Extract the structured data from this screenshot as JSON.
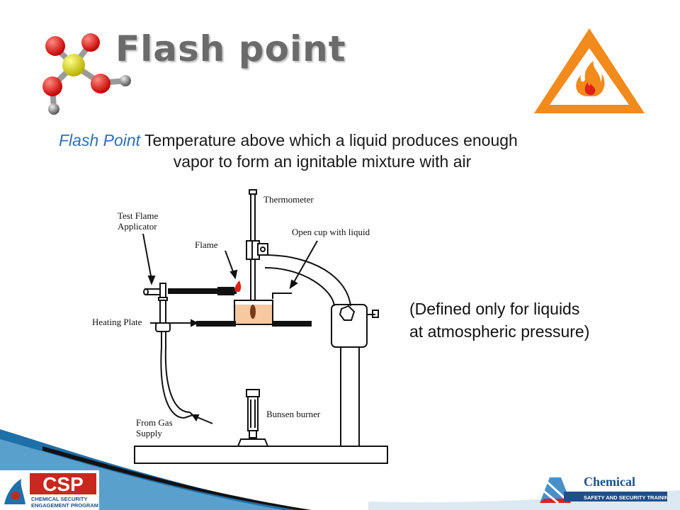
{
  "slide": {
    "title": "Flash point",
    "definition": {
      "term": "Flash Point",
      "line1_rest": " Temperature above which a liquid produces enough",
      "line2": "vapor to form an ignitable mixture with air"
    },
    "note": {
      "line1": "(Defined only for liquids",
      "line2": "at atmospheric pressure)"
    }
  },
  "diagram": {
    "labels": {
      "thermometer": "Thermometer",
      "open_cup": "Open cup with liquid",
      "test_flame_1": "Test Flame",
      "test_flame_2": "Applicator",
      "flame": "Flame",
      "heating_plate": "Heating Plate",
      "bunsen": "Bunsen burner",
      "gas_supply_1": "From Gas",
      "gas_supply_2": "Supply"
    }
  },
  "footer": {
    "left_logo": {
      "acronym": "CSP",
      "line1": "CHEMICAL SECURITY",
      "line2": "ENGAGEMENT PROGRAM"
    },
    "right_logo": {
      "word": "Chemical",
      "tagline": "SAFETY AND SECURITY TRAINING"
    }
  },
  "colors": {
    "accent_blue": "#2e6fb5",
    "warning_orange": "#f28a1c",
    "liquid": "#f6c9a0",
    "flame_red": "#e0201a"
  },
  "icons": [
    "molecule-icon",
    "fire-warning-icon"
  ]
}
